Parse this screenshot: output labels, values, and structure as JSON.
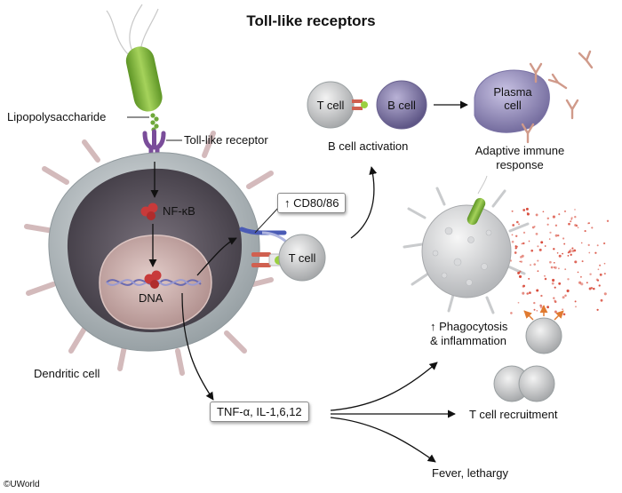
{
  "title": "Toll-like receptors",
  "labels": {
    "lps": "Lipopolysaccharide",
    "tlr": "Toll-like receptor",
    "nfkb": "NF-κB",
    "dna": "DNA",
    "dendritic": "Dendritic cell",
    "cd80": "↑ CD80/86",
    "tcell_main": "T cell",
    "tcell_top": "T cell",
    "bcell": "B cell",
    "bcell_activation": "B cell activation",
    "plasma": "Plasma\ncell",
    "adaptive": "Adaptive immune\nresponse",
    "phago": "↑ Phagocytosis\n& inflammation",
    "cytokines": "TNF-α, IL-1,6,12",
    "trecruit": "T cell recruitment",
    "fever": "Fever, lethargy",
    "copyright": "©UWorld"
  },
  "colors": {
    "bacterium": "#7fb23a",
    "receptor": "#7a4d9a",
    "nfkb": "#c83a3a",
    "cell_outer": "#b9bfc2",
    "nucleus": "#4a444d",
    "inner_nucleus": "#c9a7a5",
    "cd80": "#4a5bb5",
    "mhc": "#d06050",
    "bcell": "#8077a8",
    "plasma": "#8c84b5",
    "antibody": "#d09a8a",
    "particles": "#d84a3a"
  }
}
